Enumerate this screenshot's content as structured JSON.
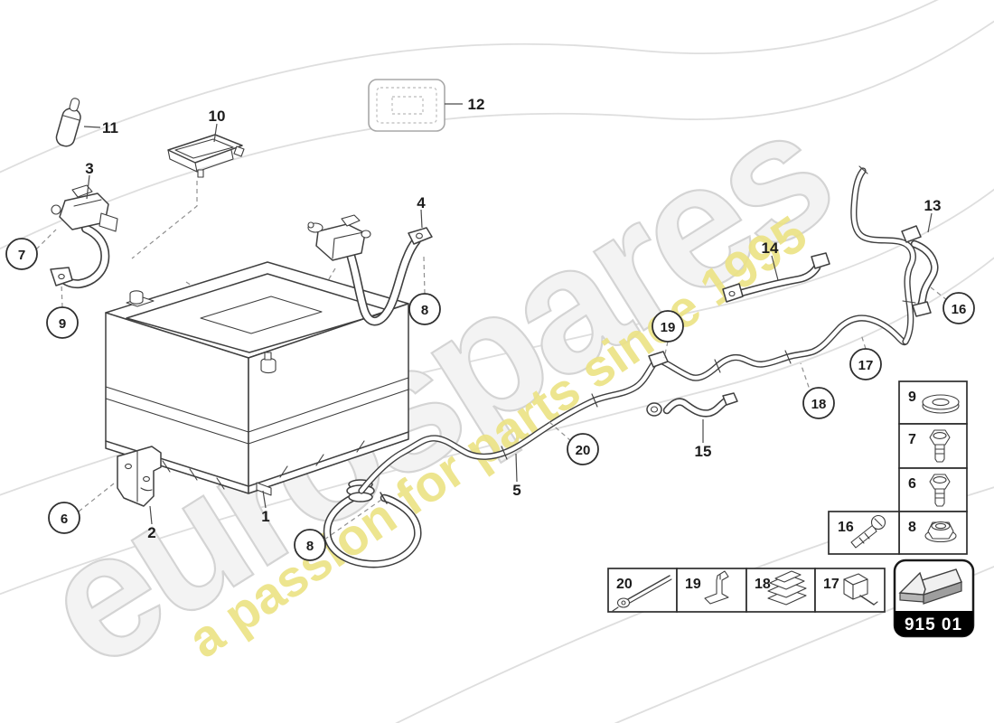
{
  "watermark": {
    "brand": "eurospares",
    "tagline": "a passion for parts since 1995"
  },
  "callouts": {
    "circled": [
      {
        "label": "7"
      },
      {
        "label": "9"
      },
      {
        "label": "6"
      },
      {
        "label": "8"
      },
      {
        "label": "8"
      },
      {
        "label": "19"
      },
      {
        "label": "20"
      },
      {
        "label": "17"
      },
      {
        "label": "18"
      },
      {
        "label": "16"
      }
    ],
    "plain": [
      {
        "label": "11"
      },
      {
        "label": "3"
      },
      {
        "label": "10"
      },
      {
        "label": "12"
      },
      {
        "label": "4"
      },
      {
        "label": "14"
      },
      {
        "label": "13"
      },
      {
        "label": "5"
      },
      {
        "label": "15"
      },
      {
        "label": "2"
      },
      {
        "label": "1"
      }
    ]
  },
  "legend": {
    "fastener_column": [
      {
        "num": "9",
        "icon": "washer-icon"
      },
      {
        "num": "7",
        "icon": "hex-bolt-icon"
      },
      {
        "num": "6",
        "icon": "hex-bolt-icon"
      },
      {
        "num": "8",
        "icon": "flange-nut-icon"
      }
    ],
    "screw_box": {
      "num": "16",
      "icon": "screw-icon"
    },
    "clip_row": [
      {
        "num": "20",
        "icon": "cable-tie-icon"
      },
      {
        "num": "19",
        "icon": "bracket-clip-icon"
      },
      {
        "num": "18",
        "icon": "spring-clip-icon"
      },
      {
        "num": "17",
        "icon": "clip-housing-icon"
      }
    ],
    "part_group": {
      "code": "915 01"
    }
  },
  "colors": {
    "line": "#3f3f3f",
    "watermark_gray": "#d4d4d4",
    "watermark_yellow": "#ece386",
    "group_band": "#000000"
  }
}
